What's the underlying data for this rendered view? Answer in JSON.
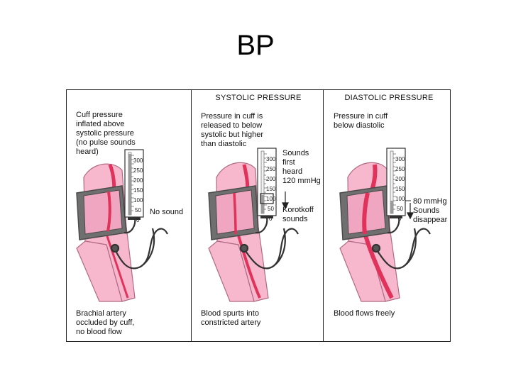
{
  "slide": {
    "title": "BP"
  },
  "panels": [
    {
      "header": "",
      "top_note": "Cuff pressure\ninflated above\nsystolic pressure\n(no pulse sounds\nheard)",
      "side_note": "No sound",
      "bottom_note": "Brachial artery\noccluded by cuff,\nno blood flow"
    },
    {
      "header": "SYSTOLIC PRESSURE",
      "top_note": "Pressure in cuff is\nreleased to below\nsystolic but higher\nthan diastolic",
      "side_note_upper": "Sounds\nfirst\nheard\n120 mmHg",
      "side_note_lower": "Korotkoff\nsounds",
      "bottom_note": "Blood spurts into\nconstricted artery"
    },
    {
      "header": "DIASTOLIC PRESSURE",
      "top_note": "Pressure in cuff\nbelow diastolic",
      "side_note": "80 mmHg\nSounds\ndisappear",
      "bottom_note": "Blood flows freely"
    }
  ],
  "gauge_scale": [
    "300",
    "250",
    "200",
    "150",
    "100",
    "50",
    "0"
  ],
  "colors": {
    "skin": "#f7b8cd",
    "skin_outline": "#b06a85",
    "artery": "#e0325a",
    "cuff": "#6f6f6f",
    "cuff_dark": "#4a4a4a",
    "tube": "#333333"
  }
}
